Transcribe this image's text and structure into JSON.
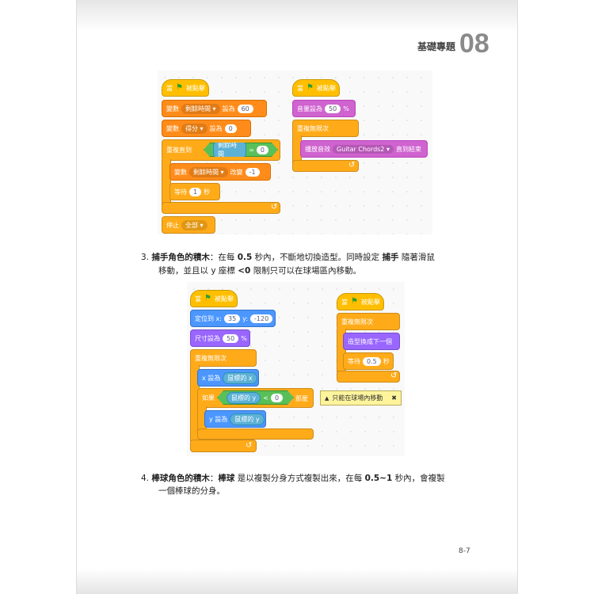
{
  "header": {
    "chapter_title": "基礎專題",
    "chapter_number": "08"
  },
  "blocks1": {
    "script_a": {
      "hat": "當",
      "hat_after": "被點擊",
      "row1_a": "變數",
      "row1_b": "剩餘時間 ▾",
      "row1_c": "設為",
      "row1_d": "60",
      "row2_a": "變數",
      "row2_b": "得分 ▾",
      "row2_c": "設為",
      "row2_d": "0",
      "repeat_until": "重複直到",
      "cond_var": "剩餘時間",
      "cond_op": "=",
      "cond_val": "0",
      "inner1_a": "變數",
      "inner1_b": "剩餘時間 ▾",
      "inner1_c": "改變",
      "inner1_d": "-1",
      "inner2_a": "等待",
      "inner2_b": "1",
      "inner2_c": "秒",
      "stop_a": "停止",
      "stop_b": "全部 ▾"
    },
    "script_b": {
      "hat": "當",
      "hat_after": "被點擊",
      "vol_a": "音量設為",
      "vol_b": "50",
      "vol_c": "%",
      "forever": "重複無限次",
      "play_a": "播放音效",
      "play_b": "Guitar Chords2 ▾",
      "play_c": "直到結束"
    }
  },
  "item3": {
    "number": "3.",
    "bold1": "捕手角色的積木",
    "text1": "：在每",
    "bold2": "0.5",
    "text2": "秒內，不斷地切換造型。同時設定",
    "bold3": "捕手",
    "text3": "隨著滑鼠",
    "line2_a": "移動，並且以 y 座標",
    "line2_bold": "<0",
    "line2_b": "限制只可以在球場區內移動。"
  },
  "blocks2": {
    "script_a": {
      "hat": "當",
      "hat_after": "被點擊",
      "goto_a": "定位到 x:",
      "goto_b": "35",
      "goto_c": "y:",
      "goto_d": "-120",
      "size_a": "尺寸設為",
      "size_b": "50",
      "size_c": "%",
      "forever": "重複無限次",
      "setx_a": "x 設為",
      "setx_b": "鼠標的 x",
      "if_a": "如果",
      "if_var": "鼠標的 y",
      "if_op": "<",
      "if_val": "0",
      "if_b": "那麼",
      "sety_a": "y 設為",
      "sety_b": "鼠標的 y",
      "comment": "只能在球場內移動",
      "comment_close": "✖"
    },
    "script_b": {
      "hat": "當",
      "hat_after": "被點擊",
      "forever": "重複無限次",
      "next_costume": "造型換成下一個",
      "wait_a": "等待",
      "wait_b": "0.5",
      "wait_c": "秒"
    }
  },
  "item4": {
    "number": "4.",
    "bold1": "棒球角色的積木",
    "text1": "：",
    "bold2": "棒球",
    "text2": "是以複製分身方式複製出來，在每",
    "bold3": "0.5~1",
    "text3": "秒內，會複製",
    "line2": "一個棒球的分身。"
  },
  "footer": {
    "page_number": "8-7"
  }
}
